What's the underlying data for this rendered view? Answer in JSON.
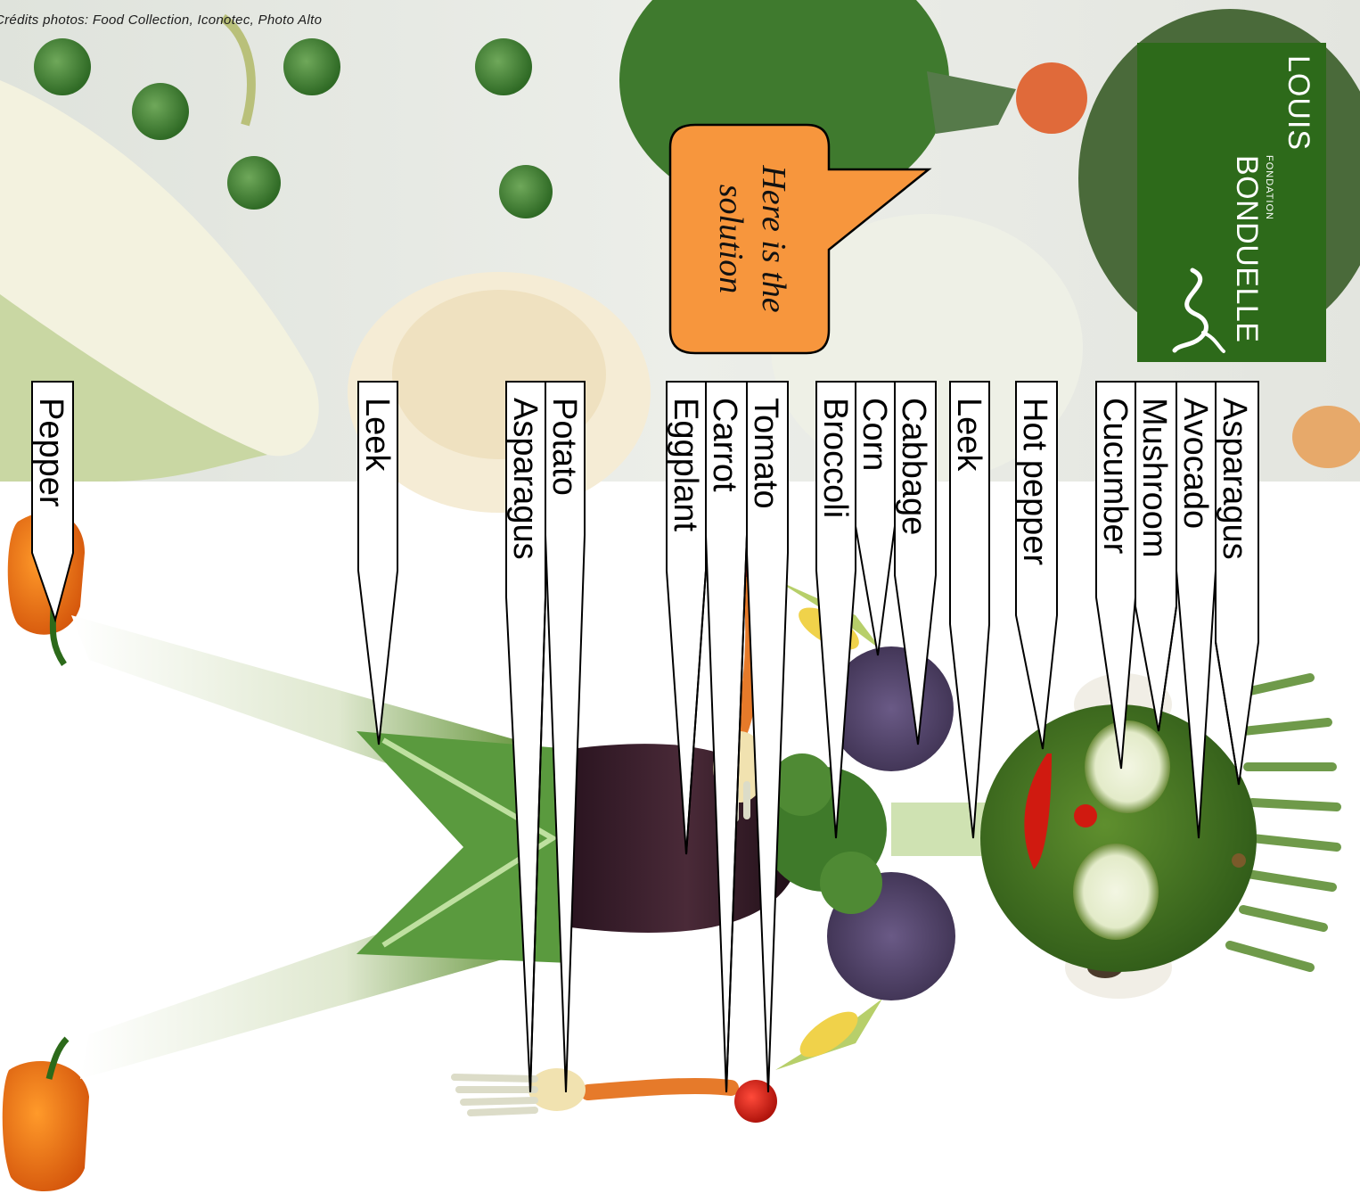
{
  "credit": "Crédits photos: Food Collection, Iconotec, Photo Alto",
  "logo": {
    "line1": "LOUIS",
    "small": "FONDATION",
    "line2": "BONDUELLE",
    "bg_color": "#2d6a1a"
  },
  "speech_bubble": {
    "text": "Here is the solution",
    "color": "#f7963d"
  },
  "labels": {
    "pepper": "Pepper",
    "leek_legs": "Leek",
    "asparagus_hand": "Asparagus",
    "potato": "Potato",
    "eggplant": "Eggplant",
    "carrot": "Carrot",
    "tomato": "Tomato",
    "broccoli": "Broccoli",
    "corn": "Corn",
    "cabbage": "Cabbage",
    "leek_neck": "Leek",
    "hot_pepper": "Hot pepper",
    "cucumber": "Cucumber",
    "mushroom": "Mushroom",
    "avocado": "Avocado",
    "asparagus_hair": "Asparagus"
  },
  "icons": [
    "vegetable-man-figure",
    "vegetable-background-photo",
    "leaf-logo-icon"
  ]
}
